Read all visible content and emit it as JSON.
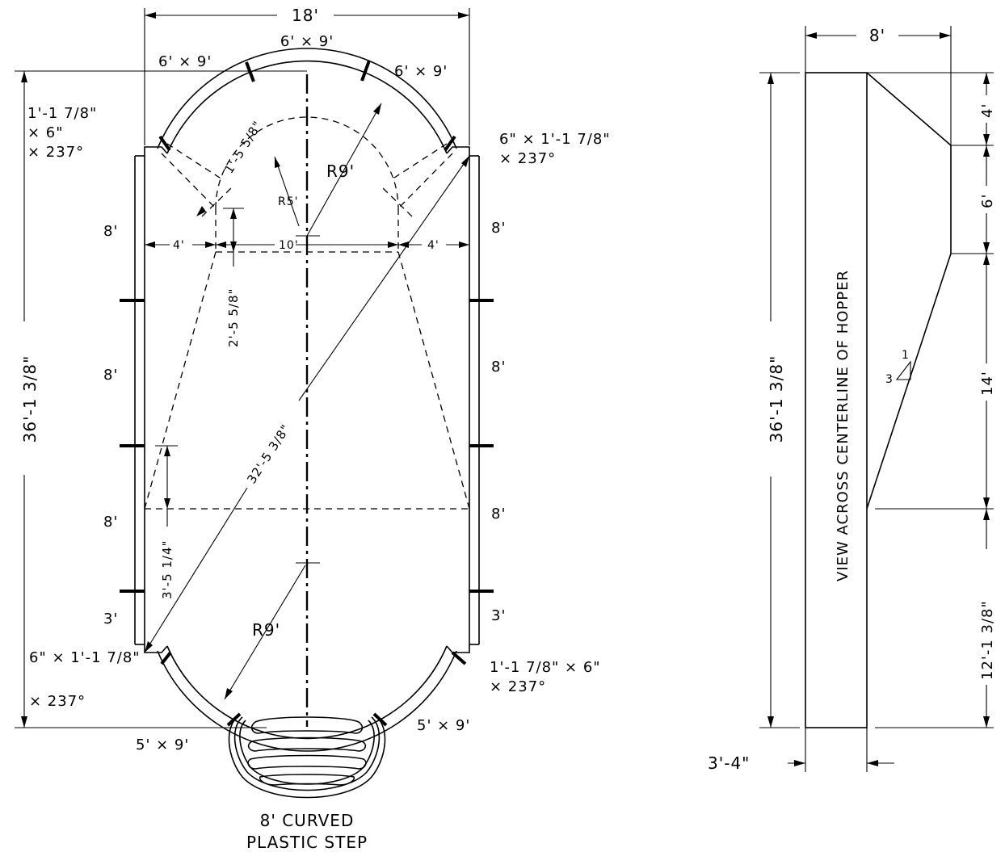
{
  "plan": {
    "overall_width": "18'",
    "panel_top_center": "6' × 9'",
    "panel_top_left": "6' × 9'",
    "panel_top_right": "6' × 9'",
    "corner_top_left": [
      "1'-1 7/8\"",
      "× 6\"",
      "× 237°"
    ],
    "corner_top_right": [
      "6\" × 1'-1 7/8\"",
      "× 237°"
    ],
    "corner_bottom_left": [
      "6\" × 1'-1 7/8\"",
      "× 237°"
    ],
    "corner_bottom_right": [
      "1'-1 7/8\" × 6\"",
      "× 237°"
    ],
    "overall_length": "36'-1 3/8\"",
    "radius_top": "R9'",
    "radius_hopper": "R5'",
    "radius_bottom": "R9'",
    "hopper_offset": "1'-5 5/8\"",
    "left_offset": "4'",
    "hopper_width": "10'",
    "right_offset": "4'",
    "hopper_depth": "2'-5 5/8\"",
    "diagonal": "32'-5 3/8\"",
    "breakpoint_offset": "3'-5 1/4\"",
    "left_walls": [
      "8'",
      "8'",
      "8'",
      "3'"
    ],
    "right_walls": [
      "8'",
      "8'",
      "8'",
      "3'"
    ],
    "panel_bottom_left": "5' × 9'",
    "panel_bottom_right": "5' × 9'",
    "step_label": [
      "8' CURVED",
      "PLASTIC STEP"
    ]
  },
  "section": {
    "width": "8'",
    "overall_length": "36'-1 3/8\"",
    "view_label": "VIEW ACROSS CENTERLINE OF HOPPER",
    "segments": [
      "4'",
      "6'",
      "14'",
      "12'-1 3/8\""
    ],
    "slope_rise": "1",
    "slope_run": "3",
    "wall_thickness": "3'-4\""
  }
}
